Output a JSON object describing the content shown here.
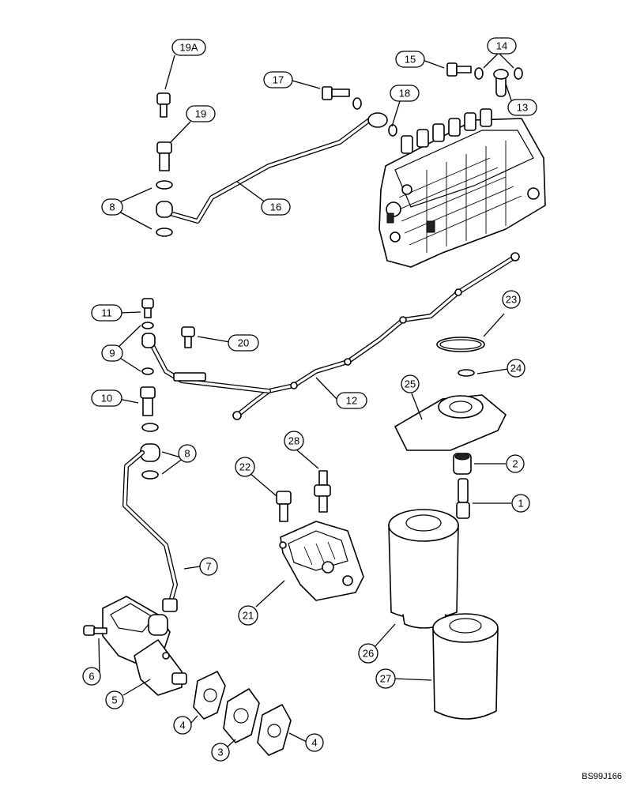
{
  "callouts": {
    "c1": "1",
    "c2": "2",
    "c3": "3",
    "c4a": "4",
    "c4b": "4",
    "c5": "5",
    "c6": "6",
    "c7": "7",
    "c8a": "8",
    "c8b": "8",
    "c9": "9",
    "c10": "10",
    "c11": "11",
    "c12": "12",
    "c13": "13",
    "c14": "14",
    "c15": "15",
    "c16": "16",
    "c17": "17",
    "c18": "18",
    "c19": "19",
    "c19a": "19A",
    "c20": "20",
    "c21": "21",
    "c22": "22",
    "c23": "23",
    "c24": "24",
    "c25": "25",
    "c26": "26",
    "c27": "27",
    "c28": "28"
  },
  "reference_code": "BS99J166"
}
